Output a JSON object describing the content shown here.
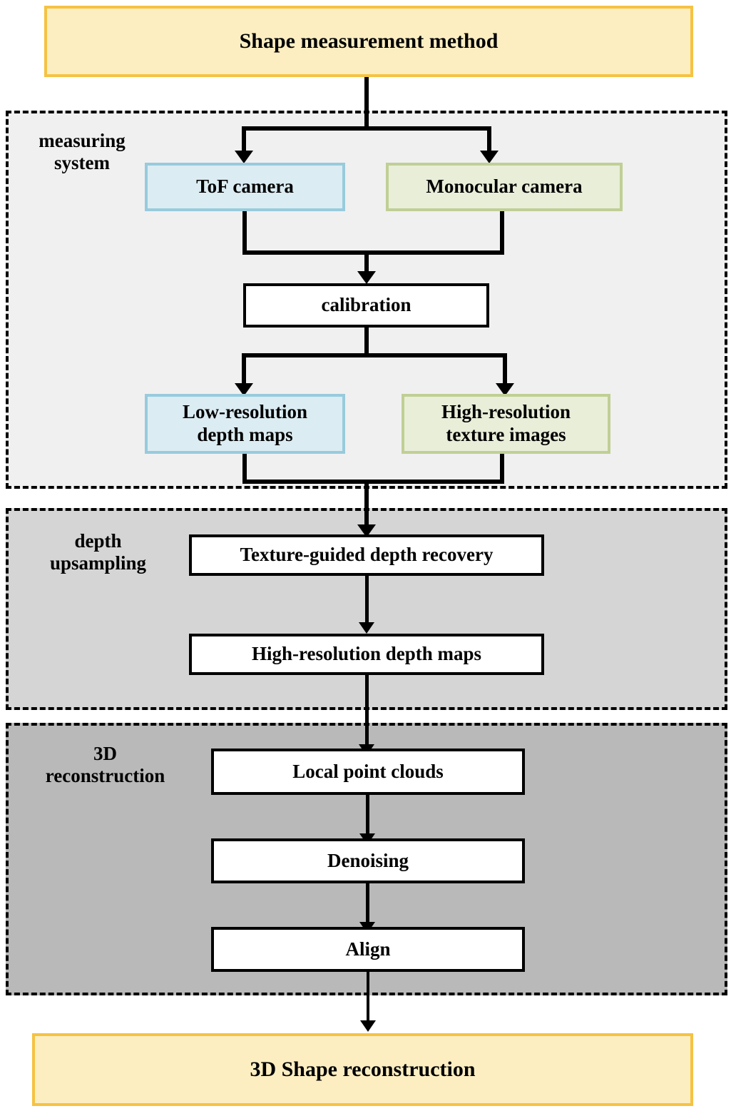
{
  "diagram": {
    "title": "Shape measurement method",
    "result": "3D Shape reconstruction",
    "colors": {
      "terminal_fill": "#fdeec2",
      "terminal_border": "#f5c242",
      "blue_fill": "#dbecf2",
      "blue_border": "#97cbdc",
      "green_fill": "#e9eed9",
      "green_border": "#c0cf95",
      "plain_fill": "#ffffff",
      "plain_border": "#000000",
      "section1_bg": "#f0f0f0",
      "section2_bg": "#d5d5d5",
      "section3_bg": "#b9b9b9",
      "section_border": "#000000"
    },
    "sections": [
      {
        "id": "measuring-system",
        "label": "measuring\nsystem",
        "nodes": [
          {
            "id": "tof-camera",
            "label": "ToF camera",
            "style": "blue"
          },
          {
            "id": "monocular-camera",
            "label": "Monocular camera",
            "style": "green"
          },
          {
            "id": "calibration",
            "label": "calibration",
            "style": "plain"
          },
          {
            "id": "low-resolution-depth-maps",
            "label": "Low-resolution\ndepth maps",
            "style": "blue"
          },
          {
            "id": "high-resolution-texture-images",
            "label": "High-resolution\ntexture images",
            "style": "green"
          }
        ]
      },
      {
        "id": "depth-upsampling",
        "label": "depth\nupsampling",
        "nodes": [
          {
            "id": "texture-guided-depth-recovery",
            "label": "Texture-guided depth recovery",
            "style": "plain"
          },
          {
            "id": "high-resolution-depth-maps",
            "label": "High-resolution depth maps",
            "style": "plain"
          }
        ]
      },
      {
        "id": "3d-reconstruction",
        "label": "3D\nreconstruction",
        "nodes": [
          {
            "id": "local-point-clouds",
            "label": "Local point clouds",
            "style": "plain"
          },
          {
            "id": "denoising",
            "label": "Denoising",
            "style": "plain"
          },
          {
            "id": "align",
            "label": "Align",
            "style": "plain"
          }
        ]
      }
    ],
    "flow": [
      {
        "from": "Shape measurement method",
        "to": "ToF camera"
      },
      {
        "from": "Shape measurement method",
        "to": "Monocular camera"
      },
      {
        "from": "ToF camera",
        "to": "calibration"
      },
      {
        "from": "Monocular camera",
        "to": "calibration"
      },
      {
        "from": "calibration",
        "to": "Low-resolution depth maps"
      },
      {
        "from": "calibration",
        "to": "High-resolution texture images"
      },
      {
        "from": "Low-resolution depth maps",
        "to": "Texture-guided depth recovery"
      },
      {
        "from": "High-resolution texture images",
        "to": "Texture-guided depth recovery"
      },
      {
        "from": "Texture-guided depth recovery",
        "to": "High-resolution depth maps"
      },
      {
        "from": "High-resolution depth maps",
        "to": "Local point clouds"
      },
      {
        "from": "Local point clouds",
        "to": "Denoising"
      },
      {
        "from": "Denoising",
        "to": "Align"
      },
      {
        "from": "Align",
        "to": "3D Shape reconstruction"
      }
    ]
  }
}
